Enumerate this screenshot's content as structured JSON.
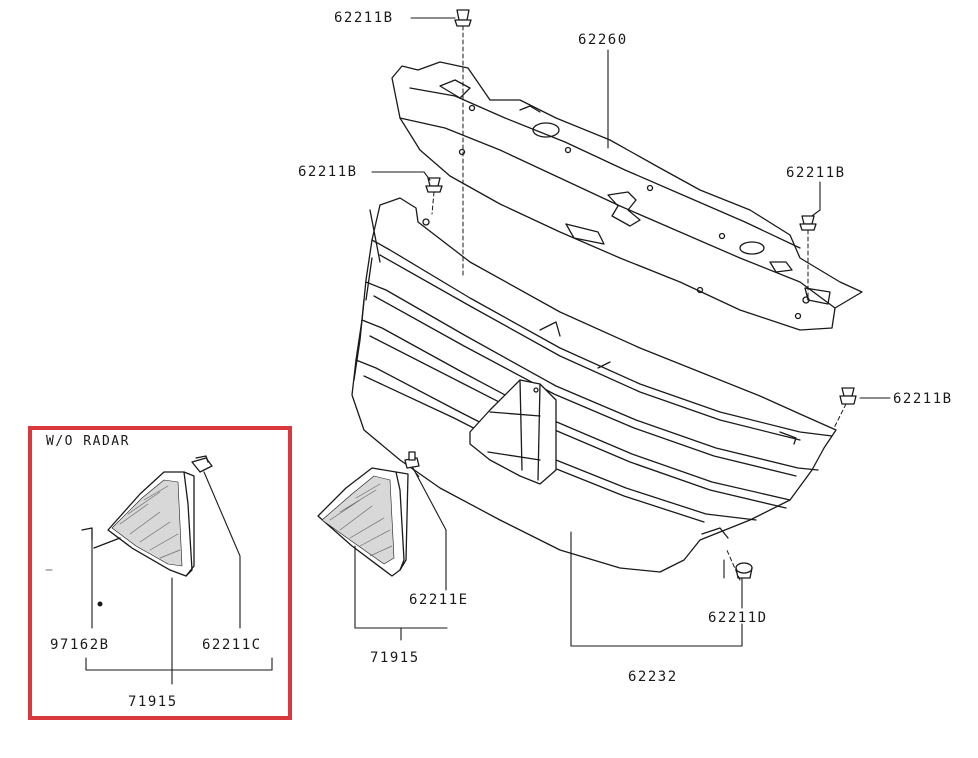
{
  "part_labels": {
    "top_bolt": "62211B",
    "cover": "62260",
    "left_upper_bolt": "62211B",
    "right_upper_bolt": "62211B",
    "right_side_bolt": "62211B",
    "bolt_e": "62211E",
    "bolt_d": "62211D",
    "grille": "62232",
    "cover_plate_main": "71915"
  },
  "inset": {
    "title": "W/O  RADAR",
    "part_left": "97162B",
    "part_right": "62211C",
    "assembly": "71915",
    "border_color": "#d9393c"
  },
  "colors": {
    "line": "#1a1a1a",
    "fill": "#ffffff",
    "shade": "#8a8a8a"
  }
}
